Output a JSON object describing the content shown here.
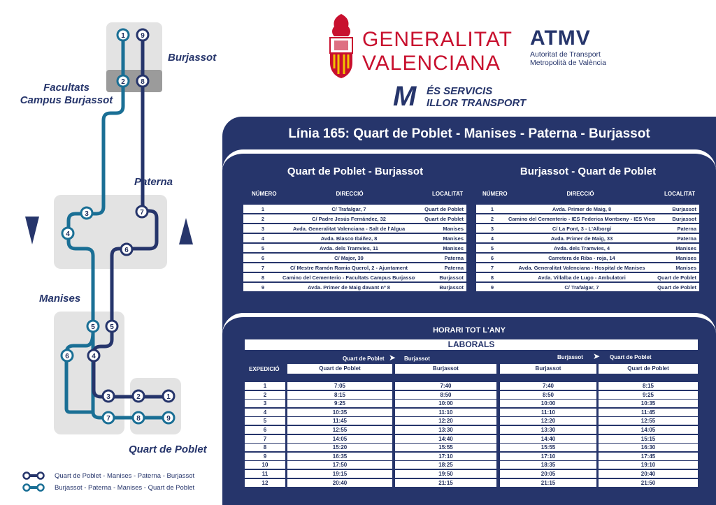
{
  "header": {
    "gva_line1": "GENERALITAT",
    "gva_line2": "VALENCIANA",
    "atmv_title": "ATMV",
    "atmv_sub1": "Autoritat de Transport",
    "atmv_sub2": "Metropolità de València",
    "slogan_line1": "ÉS SERVICIS",
    "slogan_line2": "ILLOR TRANSPORT",
    "slogan_mark": "M",
    "brand_red": "#c8102e",
    "brand_navy": "#26356b"
  },
  "line_title": "Línia 165: Quart de Poblet - Manises - Paterna - Burjassot",
  "map": {
    "labels": {
      "burjassot": "Burjassot",
      "facultats_1": "Facultats",
      "facultats_2": "Campus Burjassot",
      "paterna": "Paterna",
      "manises": "Manises",
      "quart": "Quart de Poblet"
    },
    "legend": [
      {
        "label": "Quart de Poblet - Manises - Paterna - Burjassot",
        "color": "#26356b"
      },
      {
        "label": "Burjassot - Paterna - Manises - Quart de Poblet",
        "color": "#1a6f95"
      }
    ],
    "stops_qb": [
      "1",
      "2",
      "3",
      "4",
      "5",
      "6",
      "7",
      "8",
      "9"
    ],
    "stops_bq": [
      "1",
      "2",
      "3",
      "4",
      "5",
      "6",
      "7",
      "8",
      "9"
    ]
  },
  "stops": {
    "headers": {
      "num": "NÚMERO",
      "dir": "DIRECCIÓ",
      "loc": "LOCALITAT"
    },
    "qb_title": "Quart de Poblet - Burjassot",
    "bq_title": "Burjassot - Quart de Poblet",
    "qb": [
      {
        "n": "1",
        "dir": "C/ Trafalgar, 7",
        "loc": "Quart de Poblet"
      },
      {
        "n": "2",
        "dir": "C/ Padre Jesús Fernández, 32",
        "loc": "Quart de Poblet"
      },
      {
        "n": "3",
        "dir": "Avda. Generalitat Valenciana - Salt de l'Algua",
        "loc": "Manises"
      },
      {
        "n": "4",
        "dir": "Avda. Blasco Ibáñez, 8",
        "loc": "Manises"
      },
      {
        "n": "5",
        "dir": "Avda. dels Tramvies, 11",
        "loc": "Manises"
      },
      {
        "n": "6",
        "dir": "C/ Major, 39",
        "loc": "Paterna"
      },
      {
        "n": "7",
        "dir": "C/ Mestre Ramón Ramia Querol, 2 - Ajuntament",
        "loc": "Paterna"
      },
      {
        "n": "8",
        "dir": "Camino del Cementerio - Facultats Campus Burjassot",
        "loc": "Burjassot"
      },
      {
        "n": "9",
        "dir": "Avda. Primer de Maig davant nº 8",
        "loc": "Burjassot"
      }
    ],
    "bq": [
      {
        "n": "1",
        "dir": "Avda. Primer de Maig,  8",
        "loc": "Burjassot"
      },
      {
        "n": "2",
        "dir": "Camino del Cementerio - IES Federica Montseny - IES Vicent Andres",
        "loc": "Burjassot"
      },
      {
        "n": "3",
        "dir": "C/ La Font, 3 - L'Alborgí",
        "loc": "Paterna"
      },
      {
        "n": "4",
        "dir": "Avda. Primer de Maig, 33",
        "loc": "Paterna"
      },
      {
        "n": "5",
        "dir": "Avda. dels Tramvies, 4",
        "loc": "Manises"
      },
      {
        "n": "6",
        "dir": "Carretera de Riba - roja, 14",
        "loc": "Manises"
      },
      {
        "n": "7",
        "dir": "Avda. Generalitat Valenciana - Hospital de Manises",
        "loc": "Manises"
      },
      {
        "n": "8",
        "dir": "Avda. Villalba de Lugo - Ambulatori",
        "loc": "Quart de Poblet"
      },
      {
        "n": "9",
        "dir": "C/ Trafalgar, 7",
        "loc": "Quart de Poblet"
      }
    ]
  },
  "schedule": {
    "title": "HORARI TOT L'ANY",
    "subtitle": "LABORALS",
    "expedicio": "EXPEDICIÓ",
    "dir1_from": "Quart de Poblet",
    "dir1_to": "Burjassot",
    "dir2_from": "Burjassot",
    "dir2_to": "Quart de Poblet",
    "col1": "Quart de Poblet",
    "col2": "Burjassot",
    "col3": "Burjassot",
    "col4": "Quart de Poblet",
    "rows": [
      {
        "n": "1",
        "a": "7:05",
        "b": "7:40",
        "c": "7:40",
        "d": "8:15"
      },
      {
        "n": "2",
        "a": "8:15",
        "b": "8:50",
        "c": "8:50",
        "d": "9:25"
      },
      {
        "n": "3",
        "a": "9:25",
        "b": "10:00",
        "c": "10:00",
        "d": "10:35"
      },
      {
        "n": "4",
        "a": "10:35",
        "b": "11:10",
        "c": "11:10",
        "d": "11:45"
      },
      {
        "n": "5",
        "a": "11:45",
        "b": "12:20",
        "c": "12:20",
        "d": "12:55"
      },
      {
        "n": "6",
        "a": "12:55",
        "b": "13:30",
        "c": "13:30",
        "d": "14:05"
      },
      {
        "n": "7",
        "a": "14:05",
        "b": "14:40",
        "c": "14:40",
        "d": "15:15"
      },
      {
        "n": "8",
        "a": "15:20",
        "b": "15:55",
        "c": "15:55",
        "d": "16:30"
      },
      {
        "n": "9",
        "a": "16:35",
        "b": "17:10",
        "c": "17:10",
        "d": "17:45"
      },
      {
        "n": "10",
        "a": "17:50",
        "b": "18:25",
        "c": "18:35",
        "d": "19:10"
      },
      {
        "n": "11",
        "a": "19:15",
        "b": "19:50",
        "c": "20:05",
        "d": "20:40"
      },
      {
        "n": "12",
        "a": "20:40",
        "b": "21:15",
        "c": "21:15",
        "d": "21:50"
      }
    ]
  }
}
